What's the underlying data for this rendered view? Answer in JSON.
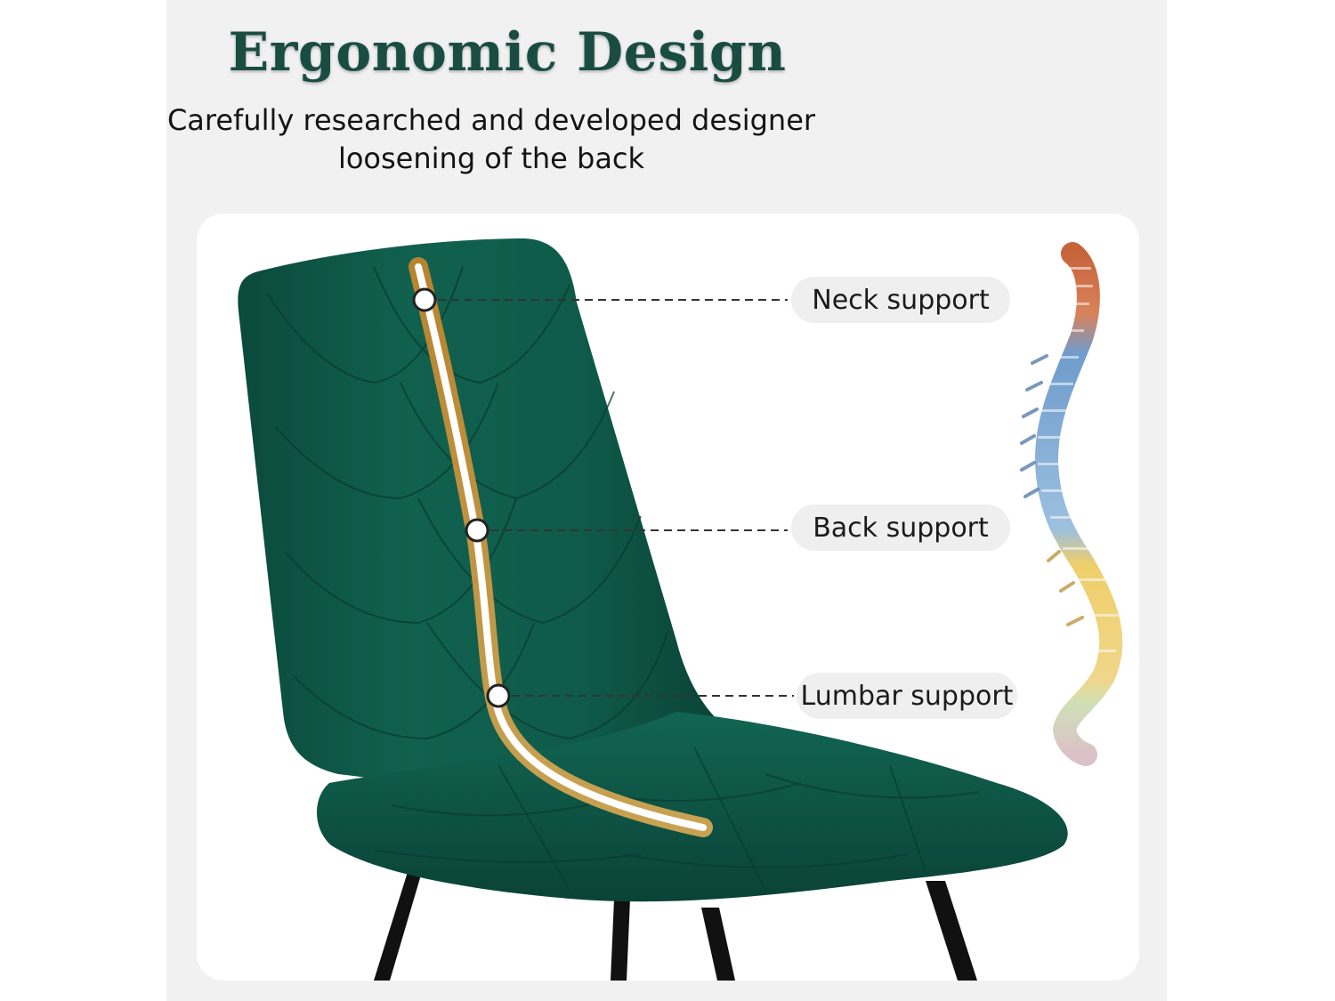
{
  "header": {
    "title": "Ergonomic Design",
    "subtitle_line1": "Carefully researched and developed designer",
    "subtitle_line2": "loosening of the back"
  },
  "callouts": [
    {
      "id": "neck",
      "label": "Neck support"
    },
    {
      "id": "back",
      "label": "Back support"
    },
    {
      "id": "lumbar",
      "label": "Lumbar support"
    }
  ],
  "colors": {
    "title": "#1a4d42",
    "upholstery": "#0f5a4b",
    "upholstery_dark": "#0a4034",
    "legs": "#111111",
    "highlight_line": "#e6a23c",
    "panel_background": "#f1f1f1",
    "card_background": "#ffffff"
  },
  "images": {
    "chair": "green-velvet-dining-chair",
    "spine": "color-coded-spine-illustration"
  }
}
